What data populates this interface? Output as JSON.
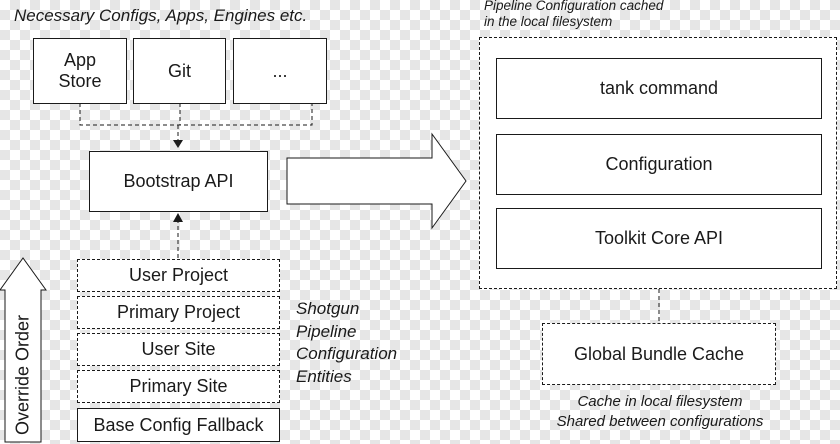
{
  "left": {
    "heading": "Necessary Configs, Apps, Engines etc.",
    "sources": [
      "App\nStore",
      "Git",
      "..."
    ],
    "bootstrap": "Bootstrap API",
    "stack": [
      "User Project",
      "Primary Project",
      "User Site",
      "Primary Site",
      "Base Config Fallback"
    ],
    "override_label": "Override Order",
    "entities_label": [
      "Shotgun",
      "Pipeline",
      "Configuration",
      "Entities"
    ]
  },
  "right": {
    "heading": [
      "Pipeline Configuration cached",
      "in the local filesystem"
    ],
    "components": [
      "tank command",
      "Configuration",
      "Toolkit Core API"
    ],
    "cache": "Global Bundle Cache",
    "cache_note": [
      "Cache in local filesystem",
      "Shared between configurations"
    ]
  }
}
